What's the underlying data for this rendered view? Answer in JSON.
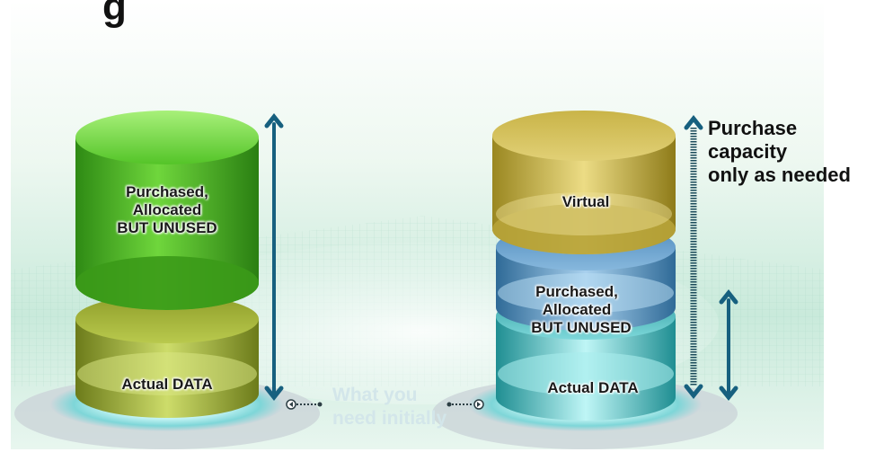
{
  "title_fragment": "g",
  "left_stack": {
    "top_cylinder_label": "Purchased,\nAllocated\nBUT UNUSED",
    "bottom_cylinder_label": "Actual DATA",
    "top_color": "#3fa51d",
    "bottom_color": "#9fb22e"
  },
  "right_stack": {
    "top_cylinder_label": "Virtual",
    "middle_cylinder_label": "Purchased,\nAllocated\nBUT UNUSED",
    "bottom_cylinder_label": "Actual DATA",
    "top_color": "#d6c35c",
    "middle_color": "#5f93bd",
    "bottom_color": "#41b6b8"
  },
  "annotation_right": "Purchase\ncapacity\nonly as needed",
  "annotation_center": "What you\nneed initially",
  "arrow_color": "#17607f"
}
